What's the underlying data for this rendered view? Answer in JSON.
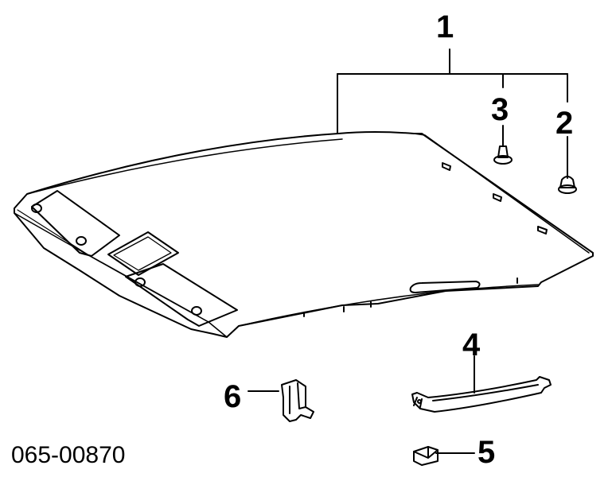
{
  "callouts": {
    "c1": "1",
    "c2": "2",
    "c3": "3",
    "c4": "4",
    "c5": "5",
    "c6": "6"
  },
  "part_number": "065-00870",
  "colors": {
    "line": "#000000",
    "background": "#ffffff"
  }
}
